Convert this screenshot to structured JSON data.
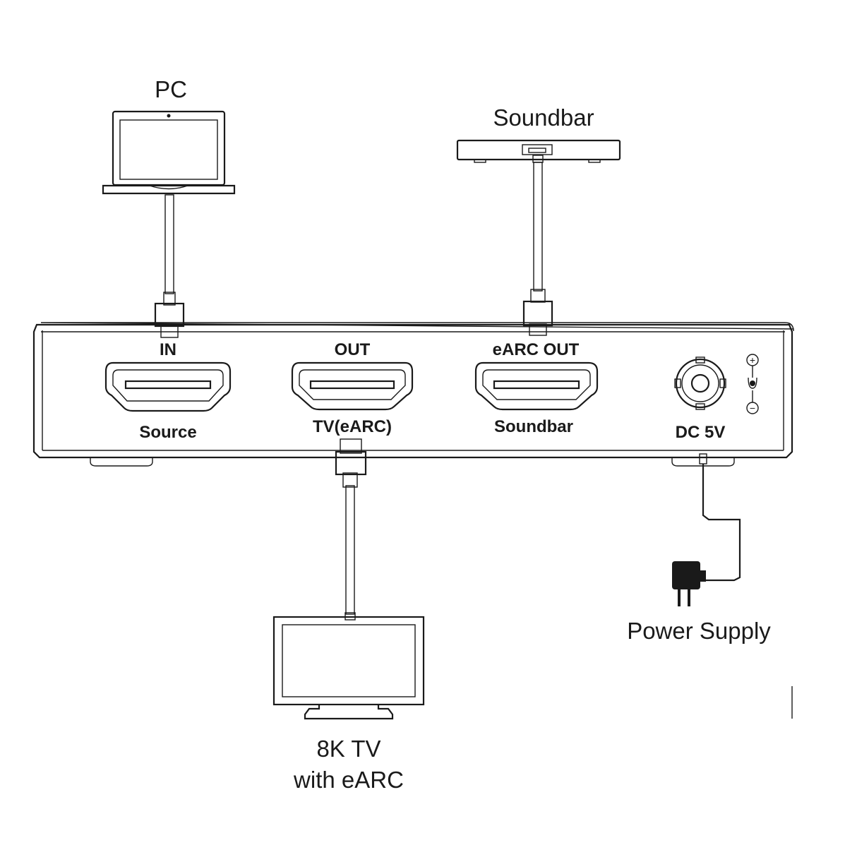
{
  "devices": {
    "pc": "PC",
    "soundbar": "Soundbar",
    "tv_line1": "8K TV",
    "tv_line2": "with eARC",
    "power_supply": "Power Supply"
  },
  "ports": {
    "in_label": "IN",
    "in_sub": "Source",
    "out_label": "OUT",
    "out_sub": "TV(eARC)",
    "earc_label": "eARC OUT",
    "earc_sub": "Soundbar",
    "dc_label": "DC 5V"
  },
  "polarity": {
    "plus": "+",
    "minus": "−"
  }
}
